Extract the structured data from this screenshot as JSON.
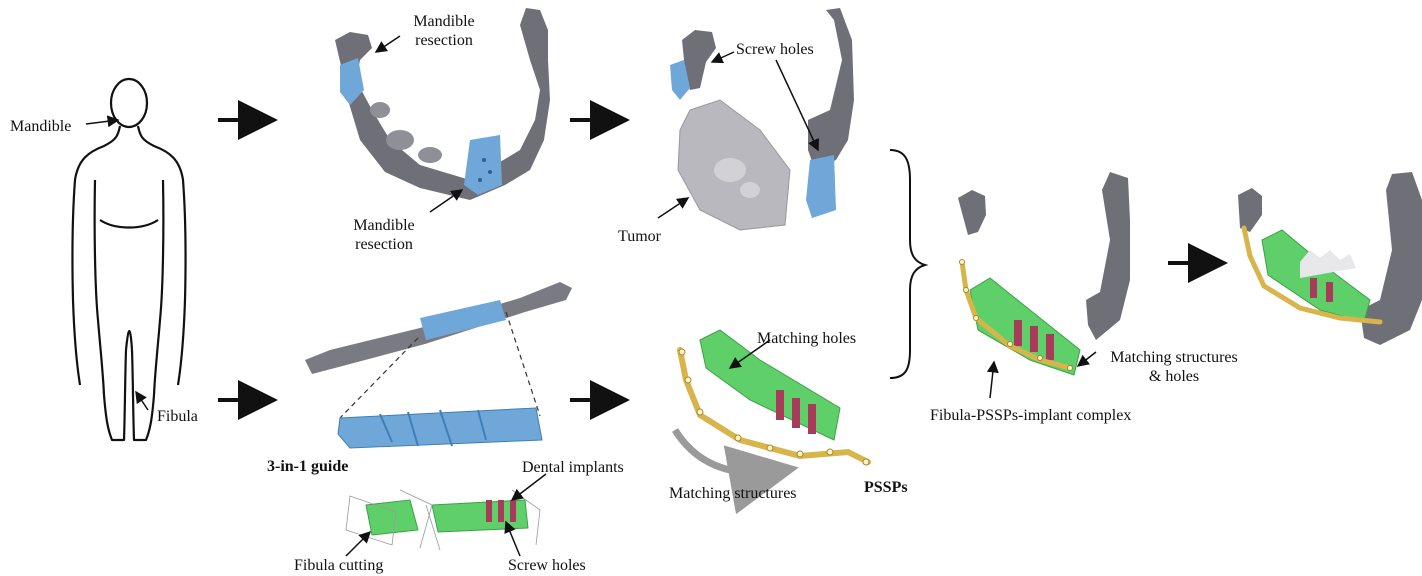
{
  "labels": {
    "mandible": "Mandible",
    "fibula": "Fibula",
    "mandible_resection_top_1": "Mandible",
    "mandible_resection_top_2": "resection",
    "mandible_resection_bottom_1": "Mandible",
    "mandible_resection_bottom_2": "resection",
    "screw_holes_top": "Screw holes",
    "tumor": "Tumor",
    "guide": "3-in-1 guide",
    "dental_implants": "Dental implants",
    "fibula_cutting": "Fibula cutting",
    "screw_holes_bottom": "Screw holes",
    "matching_holes": "Matching holes",
    "matching_structures": "Matching structures",
    "pssps": "PSSPs",
    "matching_structures_holes_1": "Matching structures",
    "matching_structures_holes_2": "& holes",
    "complex": "Fibula-PSSPs-implant complex"
  },
  "colors": {
    "bone": "#6f6f78",
    "bone_light": "#9a9aa2",
    "guide_blue": "#6fa7d8",
    "guide_blue_dark": "#3f7fb8",
    "fibula_green": "#5fcf6a",
    "fibula_green_light": "#a9ecab",
    "implant_red": "#a83a5a",
    "plate_gold": "#d8b54a",
    "arrow": "#111111",
    "curved_arrow": "#9a9a9a",
    "tumor": "#b8b8be"
  }
}
